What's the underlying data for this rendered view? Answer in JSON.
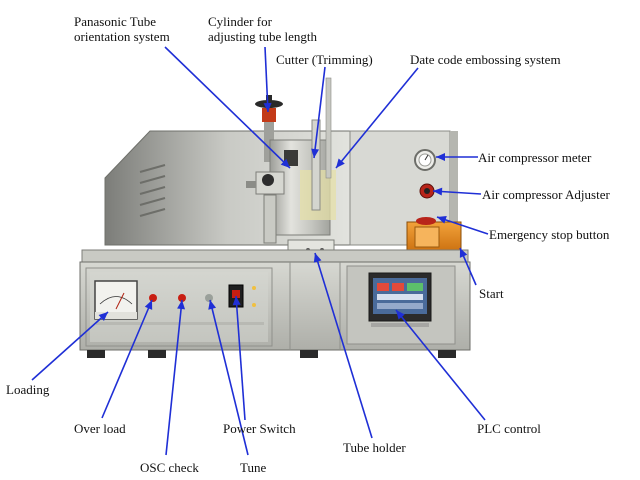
{
  "labels": {
    "panasonic": "Panasonic Tube\norientation system",
    "cylinder": "Cylinder for\nadjusting tube length",
    "cutter": "Cutter (Trimming)",
    "date_code": "Date code embossing system",
    "air_meter": "Air compressor meter",
    "air_adjuster": "Air compressor Adjuster",
    "emergency": "Emergency stop button",
    "start": "Start",
    "loading": "Loading",
    "over_load": "Over load",
    "power_switch": "Power Switch",
    "tube_holder": "Tube holder",
    "plc": "PLC control",
    "osc_check": "OSC check",
    "tune": "Tune"
  },
  "colors": {
    "arrow": "#1f2fd6",
    "steel_light": "#dcdcd6",
    "steel_mid": "#b9bab4",
    "steel_dark": "#8d8e89",
    "indicator_red": "#c81e12",
    "start_orange": "#e88a1a",
    "screen": "#4a6b9a"
  }
}
